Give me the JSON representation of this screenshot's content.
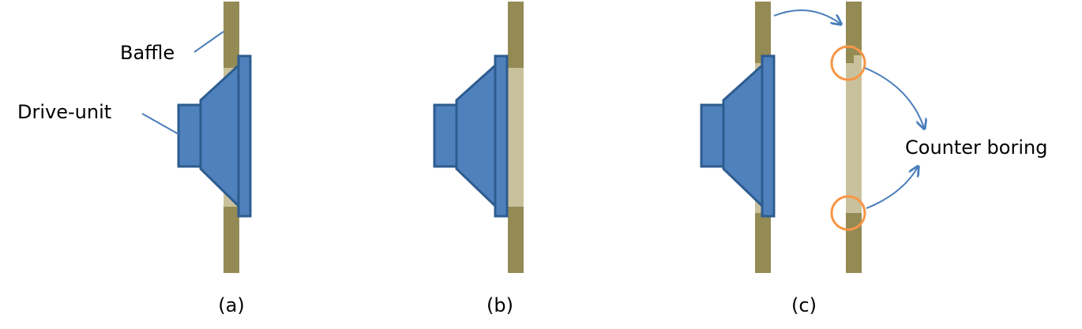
{
  "labels": {
    "baffle": "Baffle",
    "drive_unit": "Drive-unit",
    "counter_boring": "Counter boring"
  },
  "captions": {
    "a": "(a)",
    "b": "(b)",
    "c": "(c)"
  },
  "colors": {
    "baffle": "#948A54",
    "cutout": "#C9C19C",
    "driver_fill": "#4F81BD",
    "driver_stroke": "#2E5C8F",
    "arrow": "#4A7EBB",
    "highlight_circle": "#F79646"
  }
}
